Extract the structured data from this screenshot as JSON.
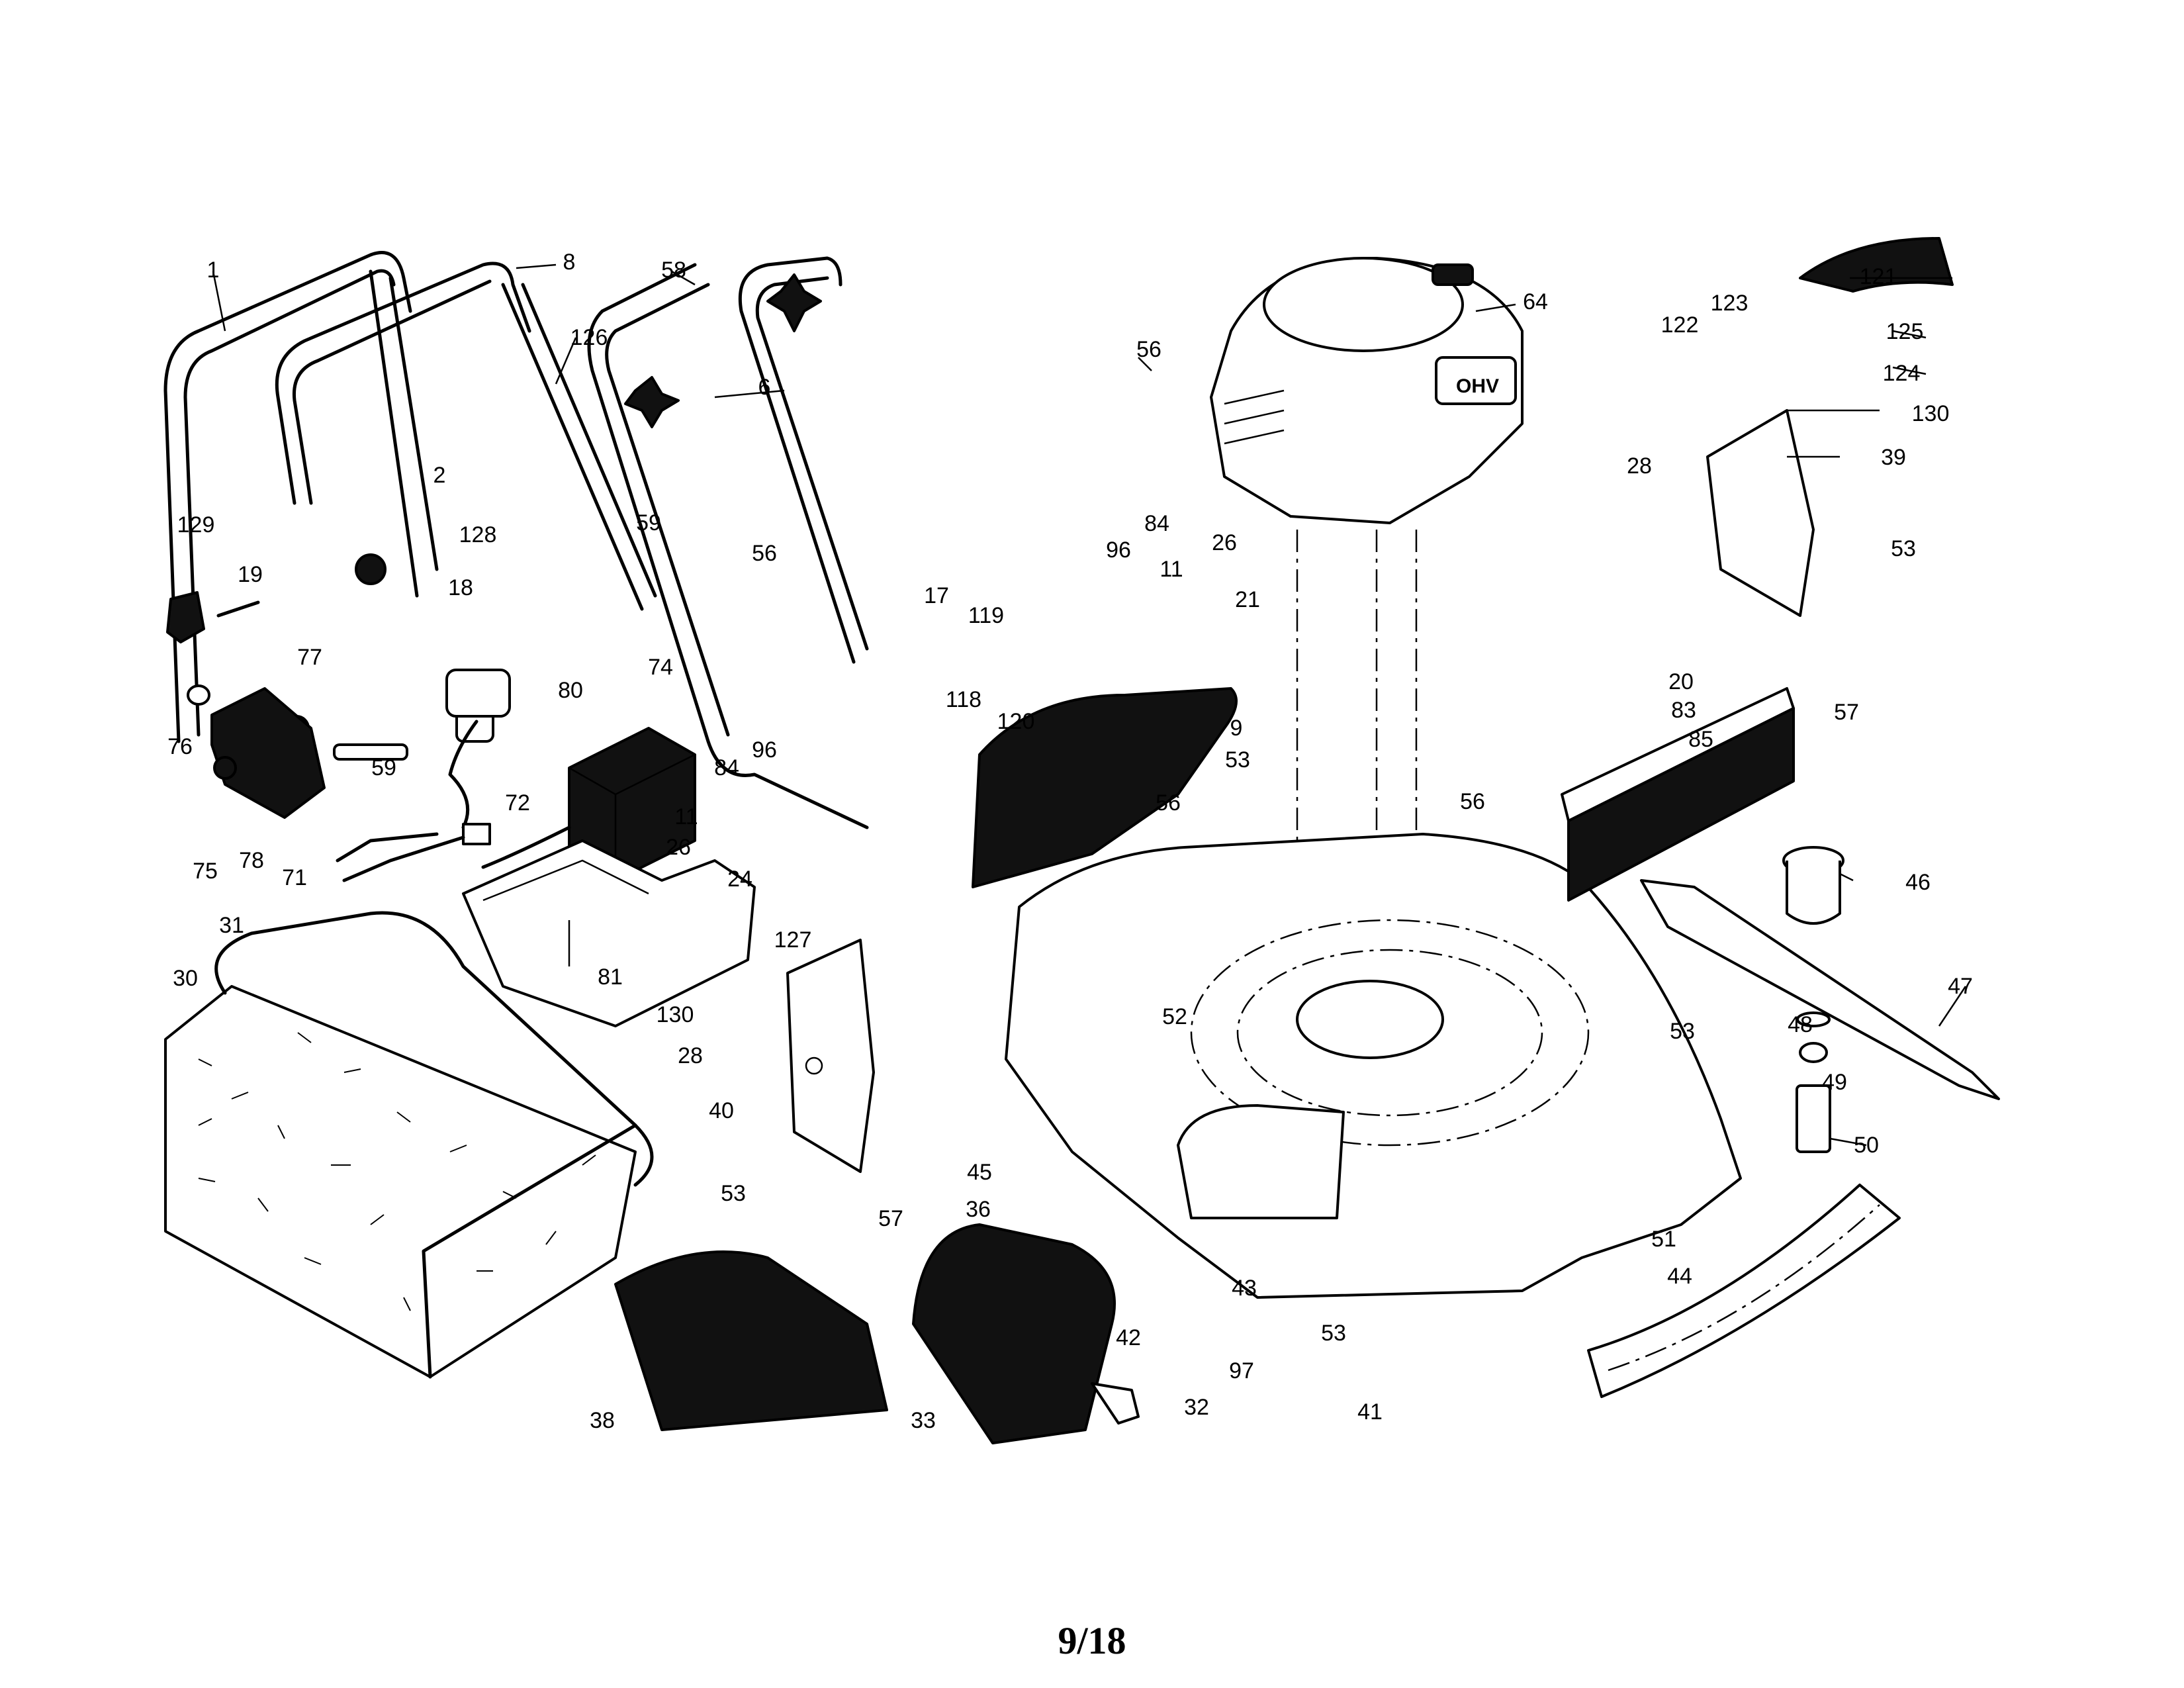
{
  "page": {
    "number": "9/18"
  },
  "callouts": [
    "1",
    "8",
    "126",
    "2",
    "128",
    "129",
    "19",
    "18",
    "77",
    "76",
    "75",
    "78",
    "59",
    "80",
    "72",
    "71",
    "58",
    "6",
    "56",
    "56",
    "59",
    "17",
    "84",
    "96",
    "11",
    "26",
    "21",
    "119",
    "118",
    "120",
    "84",
    "96",
    "74",
    "11",
    "26",
    "24",
    "81",
    "31",
    "30",
    "9",
    "53",
    "56",
    "56",
    "64",
    "121",
    "122",
    "123",
    "125",
    "124",
    "130",
    "39",
    "28",
    "53",
    "57",
    "83",
    "85",
    "20",
    "46",
    "47",
    "48",
    "49",
    "50",
    "53",
    "127",
    "130",
    "28",
    "40",
    "53",
    "57",
    "45",
    "36",
    "42",
    "43",
    "52",
    "97",
    "53",
    "41",
    "44",
    "51",
    "38",
    "33",
    "32"
  ],
  "colors": {
    "ink": "#000000",
    "paper": "#ffffff"
  }
}
